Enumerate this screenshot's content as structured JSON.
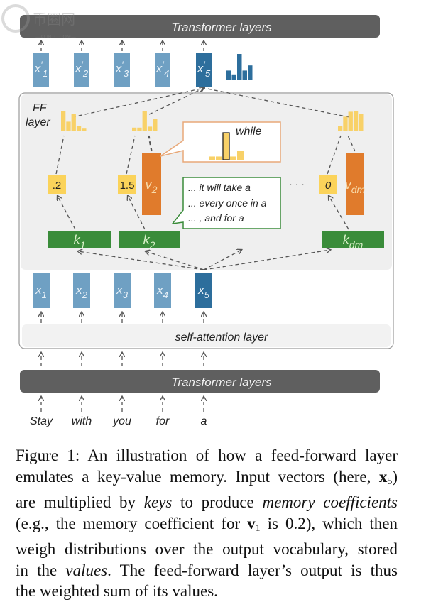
{
  "diagram": {
    "top_bar_label": "Transformer layers",
    "bottom_bar_label": "Transformer layers",
    "ff_layer_label_line1": "FF",
    "ff_layer_label_line2": "layer",
    "self_attention_label": "self-attention layer",
    "output_vectors": [
      {
        "base": "x",
        "prime": "′",
        "sub": "1"
      },
      {
        "base": "x",
        "prime": "′",
        "sub": "2"
      },
      {
        "base": "x",
        "prime": "′",
        "sub": "3"
      },
      {
        "base": "x",
        "prime": "′",
        "sub": "4"
      },
      {
        "base": "x",
        "prime": "′",
        "sub": "5",
        "highlight": true
      }
    ],
    "input_vectors": [
      {
        "base": "x",
        "sub": "1"
      },
      {
        "base": "x",
        "sub": "2"
      },
      {
        "base": "x",
        "sub": "3"
      },
      {
        "base": "x",
        "sub": "4"
      },
      {
        "base": "x",
        "sub": "5",
        "highlight": true
      }
    ],
    "input_tokens": [
      "Stay",
      "with",
      "you",
      "for",
      "a"
    ],
    "memories": [
      {
        "key": {
          "base": "k",
          "sub": "1"
        },
        "value": {
          "base": "v",
          "sub": "1"
        },
        "coefficient": ".2"
      },
      {
        "key": {
          "base": "k",
          "sub": "2"
        },
        "value": {
          "base": "v",
          "sub": "2"
        },
        "coefficient": "1.5"
      },
      {
        "key": {
          "base": "k",
          "sub": "dm"
        },
        "value": {
          "base": "v",
          "sub": "dm"
        },
        "coefficient": "0"
      }
    ],
    "ellipsis": "· · ·",
    "value_callout_word": "while",
    "key_callout_lines": [
      "... it will take a",
      "... every once in a",
      "... , and for a"
    ],
    "output_distribution_relative": [
      0.35,
      0.2,
      1.0,
      0.35,
      0.55
    ],
    "value_distributions_relative": [
      [
        1.0,
        0.45,
        0.85,
        0.25,
        0.1
      ],
      [
        0.15,
        0.15,
        1.0,
        0.2,
        0.6
      ],
      [
        0.25,
        0.7,
        0.95,
        1.0,
        0.85
      ]
    ],
    "callout_distribution_relative": [
      0.12,
      0.12,
      1.0,
      0.12,
      0.33
    ],
    "callout_highlight_index": 2,
    "colors": {
      "transformer_bar": "#5f5f5f",
      "vector_light": "#6fa0c3",
      "vector_dark": "#2d6e9c",
      "value_orange": "#e07b2c",
      "key_green": "#3a8c3a",
      "coef_yellow": "#fbd35a",
      "dist_yellow": "#f8d168",
      "ff_panel": "#efefef",
      "callout_orange_border": "#e8a878",
      "callout_green_border": "#3a8c3a",
      "key_text": "#d8f0c8",
      "value_text": "#f8d9a8"
    }
  },
  "caption": {
    "lines": [
      [
        {
          "t": "Figure 1:  An illustration of how a feed-forward layer"
        }
      ],
      [
        {
          "t": "emulates a key-value memory. Input vectors (here, "
        },
        {
          "t": "x",
          "b": true,
          "sub": "5"
        },
        {
          "t": ")"
        }
      ],
      [
        {
          "t": "are multiplied by "
        },
        {
          "t": "keys",
          "i": true
        },
        {
          "t": " to produce "
        },
        {
          "t": "memory coefficients",
          "i": true
        }
      ],
      [
        {
          "t": "(e.g., the memory coefficient for "
        },
        {
          "t": "v",
          "b": true,
          "sub": "1"
        },
        {
          "t": " is 0.2), which then"
        }
      ],
      [
        {
          "t": "weigh distributions over the output vocabulary, stored"
        }
      ],
      [
        {
          "t": "in the "
        },
        {
          "t": "values",
          "i": true
        },
        {
          "t": ".  The feed-forward layer’s output is thus"
        }
      ],
      [
        {
          "t": "the weighted sum of its values."
        }
      ]
    ]
  },
  "watermark": {
    "text_top": "币圈网",
    "text_bottom": "—ALIBTC.COM—"
  }
}
